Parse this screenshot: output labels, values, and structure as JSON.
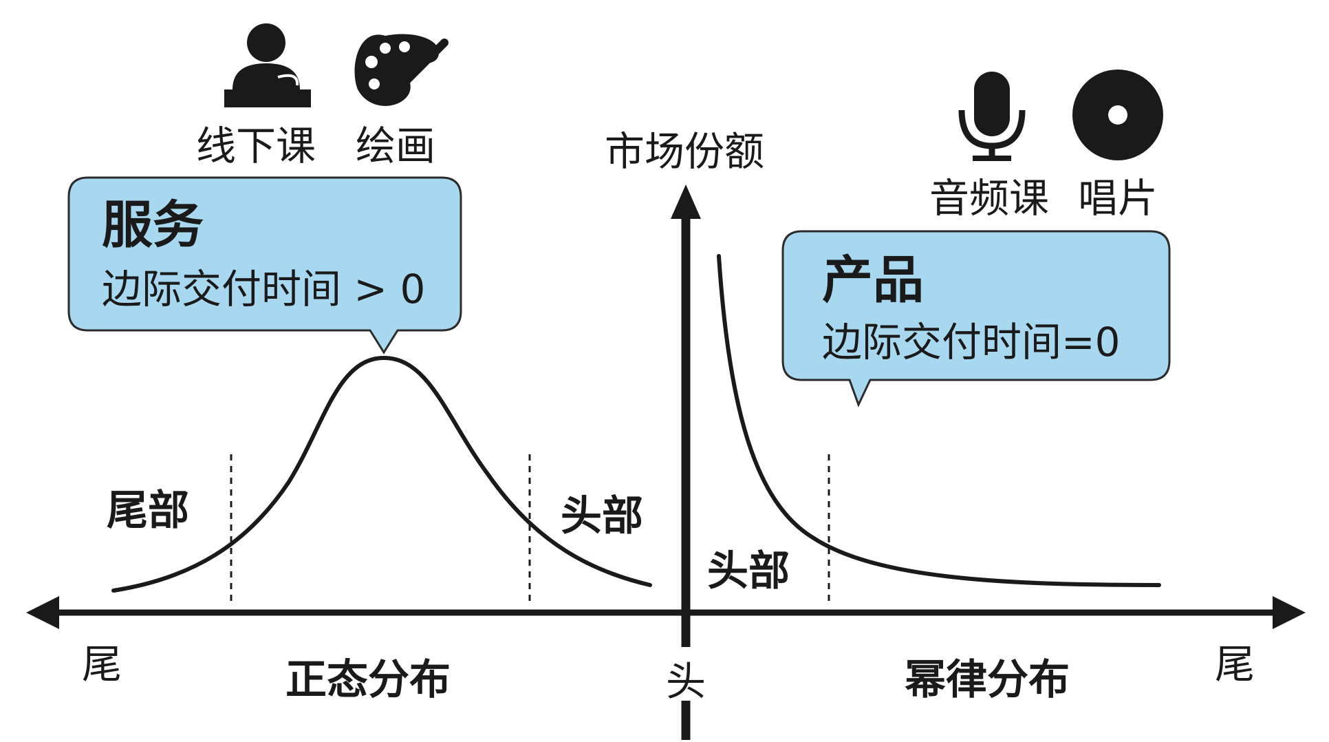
{
  "axis": {
    "y_label": "市场份额",
    "origin_label": "头",
    "left_end_label": "尾",
    "right_end_label": "尾"
  },
  "left": {
    "distribution_label": "正态分布",
    "tail_label": "尾部",
    "head_label": "头部",
    "icons": [
      {
        "icon": "offline-class-icon",
        "label": "线下课"
      },
      {
        "icon": "painting-palette-icon",
        "label": "绘画"
      }
    ],
    "bubble": {
      "title": "服务",
      "subtitle": "边际交付时间 > 0"
    }
  },
  "right": {
    "distribution_label": "幂律分布",
    "head_label": "头部",
    "icons": [
      {
        "icon": "microphone-icon",
        "label": "音频课"
      },
      {
        "icon": "vinyl-record-icon",
        "label": "唱片"
      }
    ],
    "bubble": {
      "title": "产品",
      "subtitle": "边际交付时间=0"
    }
  },
  "colors": {
    "bubble_fill": "#a8d8f0",
    "bubble_stroke": "#2b2b2b",
    "line": "#1a1a1a"
  }
}
